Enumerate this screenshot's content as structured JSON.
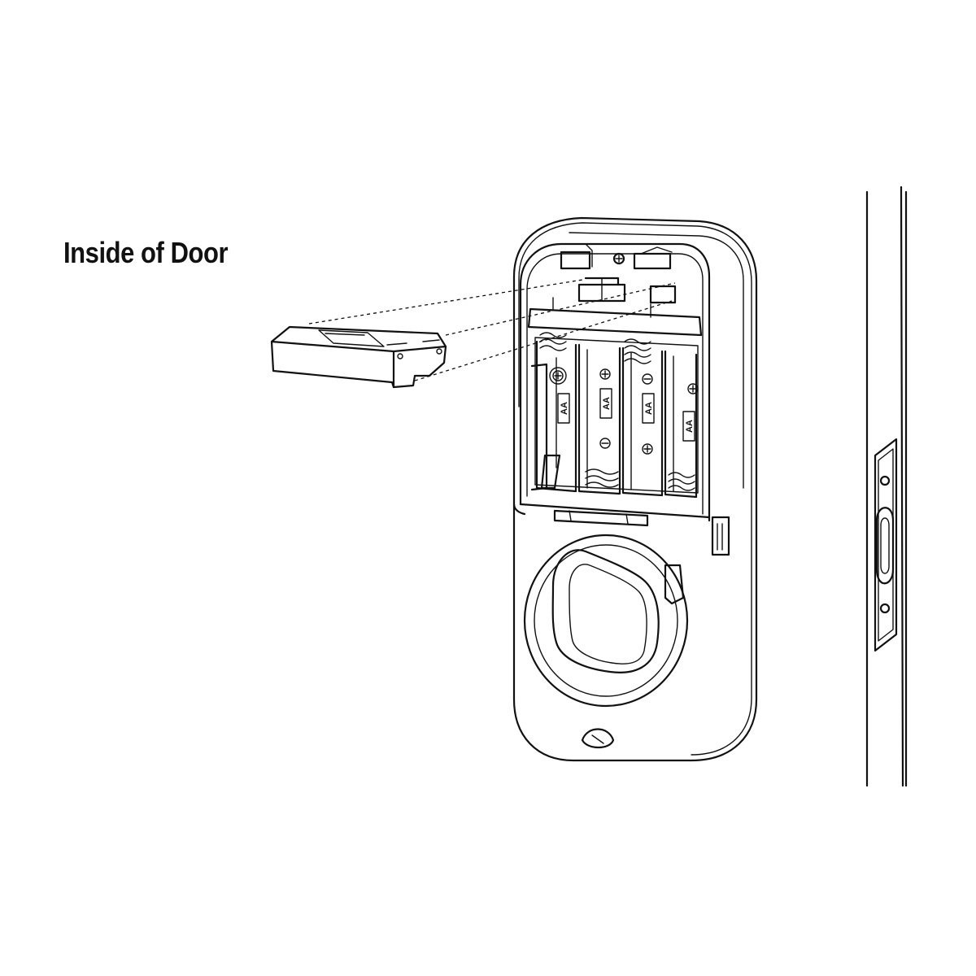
{
  "diagram": {
    "title": "Inside of Door",
    "battery_label": "AA",
    "battery_count": 4,
    "colors": {
      "line": "#111111",
      "background": "#ffffff"
    }
  }
}
